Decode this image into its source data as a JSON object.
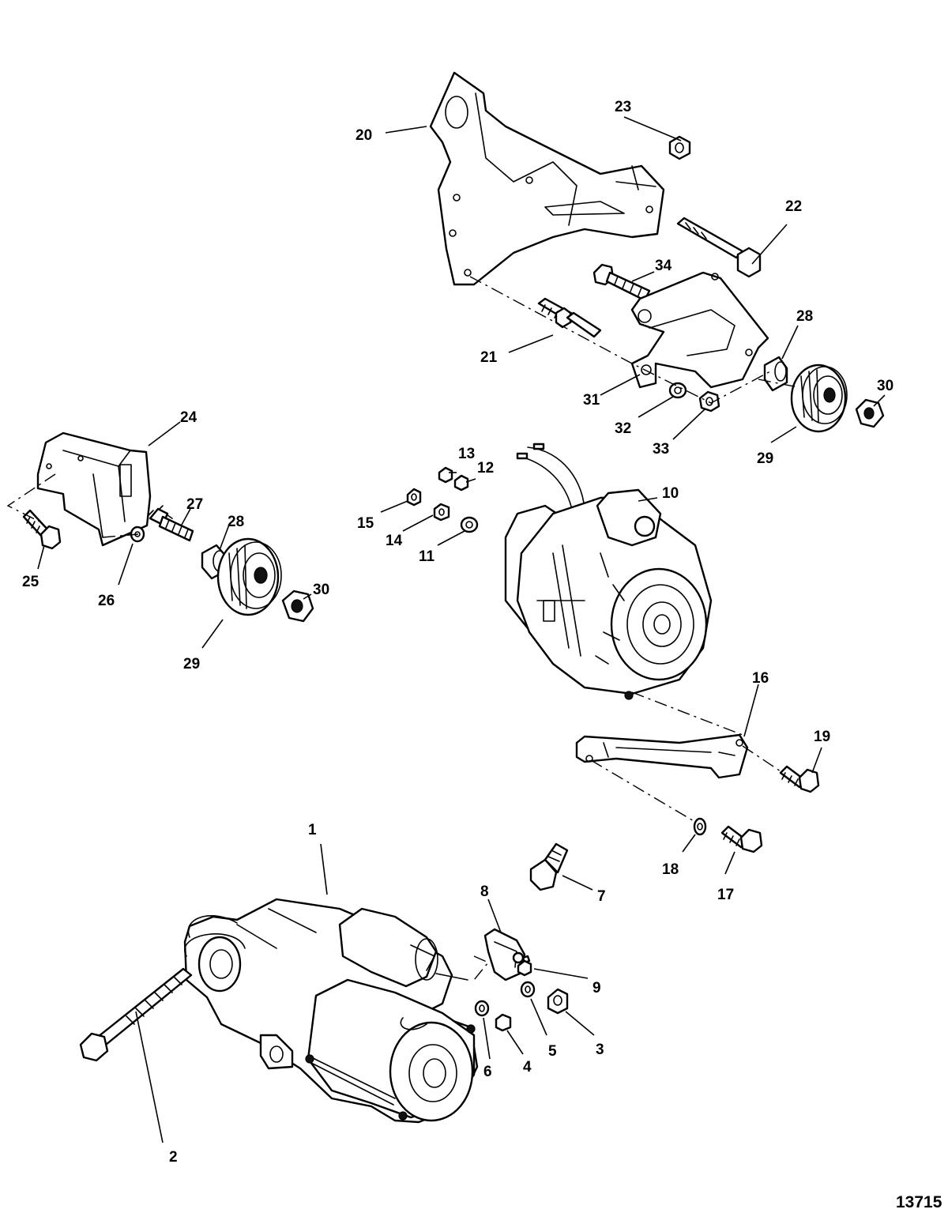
{
  "diagram": {
    "reference_number": "13715",
    "callouts": {
      "c1": "1",
      "c2": "2",
      "c3": "3",
      "c4": "4",
      "c5": "5",
      "c6": "6",
      "c7": "7",
      "c8": "8",
      "c9": "9",
      "c10": "10",
      "c11": "11",
      "c12": "12",
      "c13": "13",
      "c14": "14",
      "c15": "15",
      "c16": "16",
      "c17": "17",
      "c18": "18",
      "c19": "19",
      "c20": "20",
      "c21": "21",
      "c22": "22",
      "c23": "23",
      "c24": "24",
      "c25": "25",
      "c26": "26",
      "c27": "27",
      "c28": "28",
      "c29": "29",
      "c30": "30",
      "c31": "31",
      "c32": "32",
      "c33": "33",
      "c34": "34"
    }
  }
}
